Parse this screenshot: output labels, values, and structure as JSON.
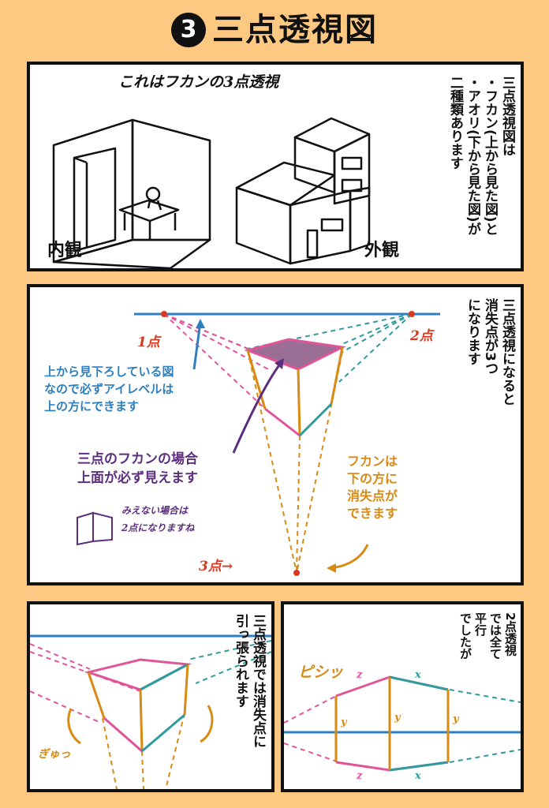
{
  "title": {
    "number": "3",
    "text": "三点透視図"
  },
  "panel1": {
    "heading": "これはフカンの3点透視",
    "label_interior": "内観",
    "label_exterior": "外観",
    "vertical_text": [
      "三点透視図は",
      "・フカン(上から見た図)と",
      "・アオリ(下から見た図)が",
      "二種類あります"
    ]
  },
  "panel2": {
    "vp1": "1点",
    "vp2": "2点",
    "vp3": "3点→",
    "blue_note": [
      "上から見下ろしている図",
      "なので必ずアイレベルは",
      "上の方にできます"
    ],
    "purple_note": [
      "三点のフカンの場合",
      "上面が必ず見えます"
    ],
    "small_note": [
      "みえない場合は",
      "2点になりますね"
    ],
    "orange_note": [
      "フカンは",
      "下の方に",
      "消失点が",
      "できます"
    ],
    "vertical_text": [
      "三点透視になると",
      "消失点が3つ",
      "になります"
    ]
  },
  "panel3": {
    "sfx": "ぎゅっ",
    "vertical_text": [
      "三点透視では消失点に",
      "引っ張られます"
    ]
  },
  "panel4": {
    "sfx": "ピシッ",
    "marks": [
      "z",
      "x",
      "y",
      "y",
      "y",
      "z",
      "x"
    ],
    "vertical_text": [
      "2点透視",
      "では全て",
      "平行",
      "でしたが"
    ]
  }
}
